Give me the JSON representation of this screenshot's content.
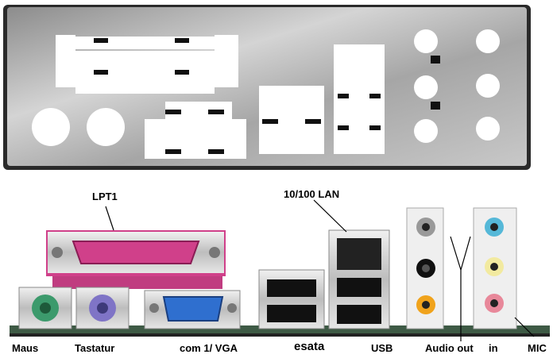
{
  "labels": {
    "lpt1": "LPT1",
    "lan": "10/100 LAN",
    "maus": "Maus",
    "tastatur": "Tastatur",
    "com_vga": "com 1/ VGA",
    "esata": "esata",
    "usb": "USB",
    "audio_out": "Audio out",
    "in": "in",
    "mic": "MIC"
  },
  "colors": {
    "shield": "#b8b8b8",
    "lpt_pink": "#d0408a",
    "ps2_mouse": "#3c9a6c",
    "ps2_keyboard": "#7f74c6",
    "vga_blue": "#2f6fcf",
    "audio_blue": "#55b8d8",
    "audio_lime": "#f2eaa0",
    "audio_pink": "#e8889a",
    "audio_orange": "#f0a31c",
    "board_green": "#3e5a45"
  }
}
